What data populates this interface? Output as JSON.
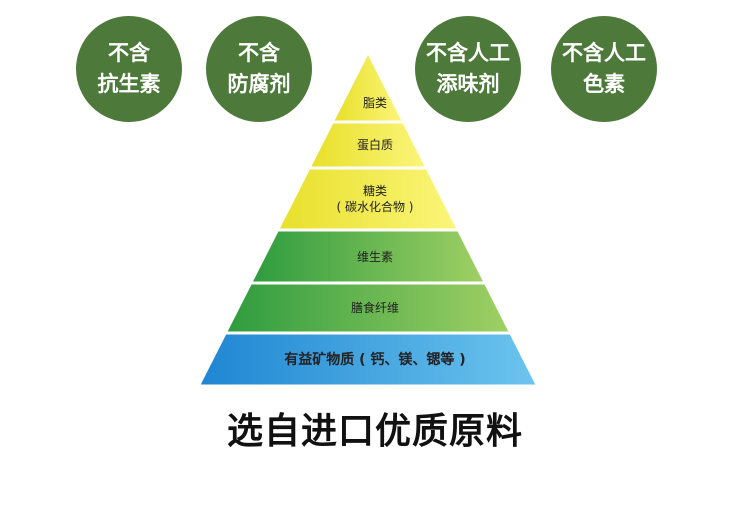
{
  "badges": [
    {
      "line1": "不含",
      "line2": "抗生素"
    },
    {
      "line1": "不含",
      "line2": "防腐剂"
    },
    {
      "line1": "不含人工",
      "line2": "添味剂"
    },
    {
      "line1": "不含人工",
      "line2": "色素"
    }
  ],
  "pyramid": {
    "layers": [
      {
        "label": "脂类"
      },
      {
        "label": "蛋白质"
      },
      {
        "label": "糖类",
        "sub": "( 碳水化合物 )"
      },
      {
        "label": "维生素"
      },
      {
        "label": "膳食纤维"
      },
      {
        "label": "有益矿物质 ( 钙、镁、锶等 )"
      }
    ]
  },
  "caption": "选自进口优质原料",
  "colors": {
    "badge": "#4d7a3a",
    "yellow": "#f2ea3a",
    "green": "#3aa845",
    "blue": "#2a8fd8"
  }
}
